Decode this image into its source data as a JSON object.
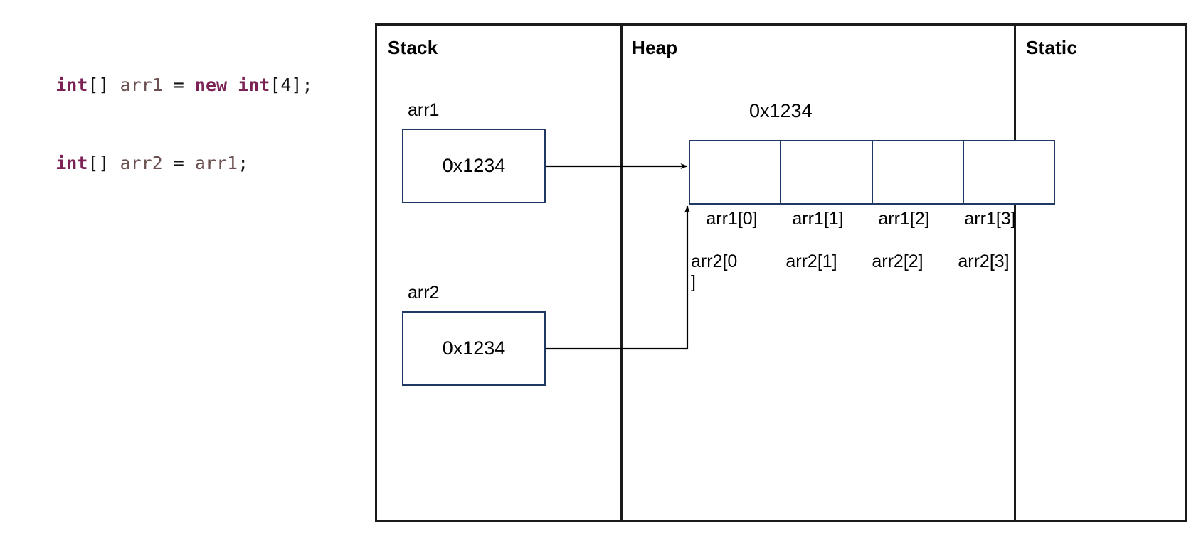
{
  "code": {
    "lines": [
      [
        {
          "t": "int",
          "c": "kw"
        },
        {
          "t": "[] ",
          "c": "punc"
        },
        {
          "t": "arr1",
          "c": "id"
        },
        {
          "t": " = ",
          "c": "punc"
        },
        {
          "t": "new",
          "c": "kw"
        },
        {
          "t": " ",
          "c": "punc"
        },
        {
          "t": "int",
          "c": "kw"
        },
        {
          "t": "[",
          "c": "punc"
        },
        {
          "t": "4",
          "c": "num"
        },
        {
          "t": "];",
          "c": "punc"
        }
      ],
      [
        {
          "t": "int",
          "c": "kw"
        },
        {
          "t": "[] ",
          "c": "punc"
        },
        {
          "t": "arr2",
          "c": "id"
        },
        {
          "t": " = ",
          "c": "punc"
        },
        {
          "t": "arr1",
          "c": "id"
        },
        {
          "t": ";",
          "c": "punc"
        }
      ]
    ],
    "line1_plain": "int[] arr1 = new int[4];",
    "line2_plain": "int[] arr2 = arr1;"
  },
  "memory": {
    "regions": {
      "stack_title": "Stack",
      "heap_title": "Heap",
      "static_title": "Static"
    },
    "stack": {
      "variables": [
        {
          "label": "arr1",
          "value": "0x1234"
        },
        {
          "label": "arr2",
          "value": "0x1234"
        }
      ]
    },
    "heap": {
      "address": "0x1234",
      "array_length": 4,
      "cells": [
        "",
        "",
        "",
        ""
      ],
      "index_labels_arr1": [
        "arr1[0]",
        "arr1[1]",
        "arr1[2]",
        "arr1[3]"
      ],
      "index_labels_arr2": [
        "arr2[0\n]",
        "arr2[1]",
        "arr2[2]",
        "arr2[3]"
      ]
    },
    "static": {
      "contents": ""
    },
    "arrows": [
      {
        "name": "arr1-to-heap",
        "from": "arr1-box",
        "to": "heap-array-left"
      },
      {
        "name": "arr2-to-heap",
        "from": "arr2-box",
        "to": "heap-array-bottom-left"
      }
    ]
  },
  "colors": {
    "frame_border": "#1a1a1a",
    "box_border": "#1F3864",
    "keyword": "#7B2155",
    "identifier": "#6B5150",
    "text": "#000000",
    "background": "#ffffff"
  }
}
